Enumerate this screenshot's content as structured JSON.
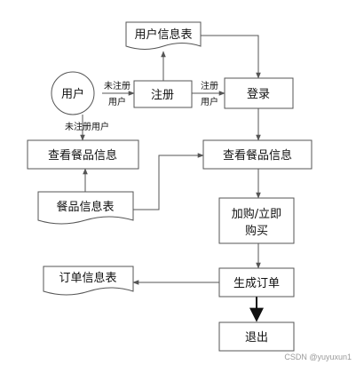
{
  "nodes": {
    "user_info_table": "用户信息表",
    "user": "用户",
    "register": "注册",
    "login": "登录",
    "view_menu_left": "查看餐品信息",
    "view_menu_right": "查看餐品信息",
    "menu_info_table": "餐品信息表",
    "add_buy": [
      "加购/立即",
      "购买"
    ],
    "generate_order": "生成订单",
    "order_info_table": "订单信息表",
    "exit": "退出"
  },
  "edges": {
    "user_to_register": [
      "未注册",
      "用户"
    ],
    "register_to_login": [
      "注册",
      "用户"
    ],
    "user_to_view_menu": "未注册用户"
  },
  "watermark": "CSDN @yuyuxun1"
}
